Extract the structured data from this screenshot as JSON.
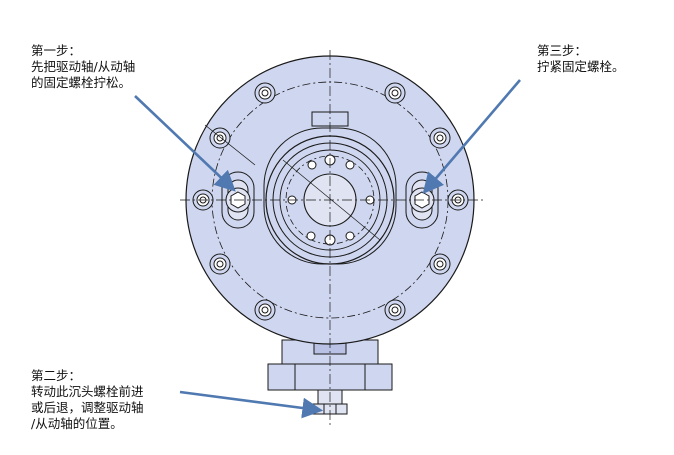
{
  "notes": {
    "step1": {
      "lines": [
        "第一步：",
        "先把驱动轴/从动轴",
        "的固定螺栓拧松。"
      ]
    },
    "step3": {
      "lines": [
        "第三步：",
        "拧紧固定螺栓。"
      ]
    },
    "step2": {
      "lines": [
        "第二步：",
        "转动此沉头螺栓前进",
        "或后退，调整驱动轴",
        "/从动轴的位置。"
      ]
    }
  },
  "colors": {
    "body_fill": "#cfd6ef",
    "line": "#1a1a1a",
    "arrow": "#4f79b0",
    "background": "#ffffff"
  },
  "icons": {
    "step1_arrow": "arrow-icon",
    "step2_arrow": "arrow-icon",
    "step3_arrow": "arrow-icon"
  }
}
